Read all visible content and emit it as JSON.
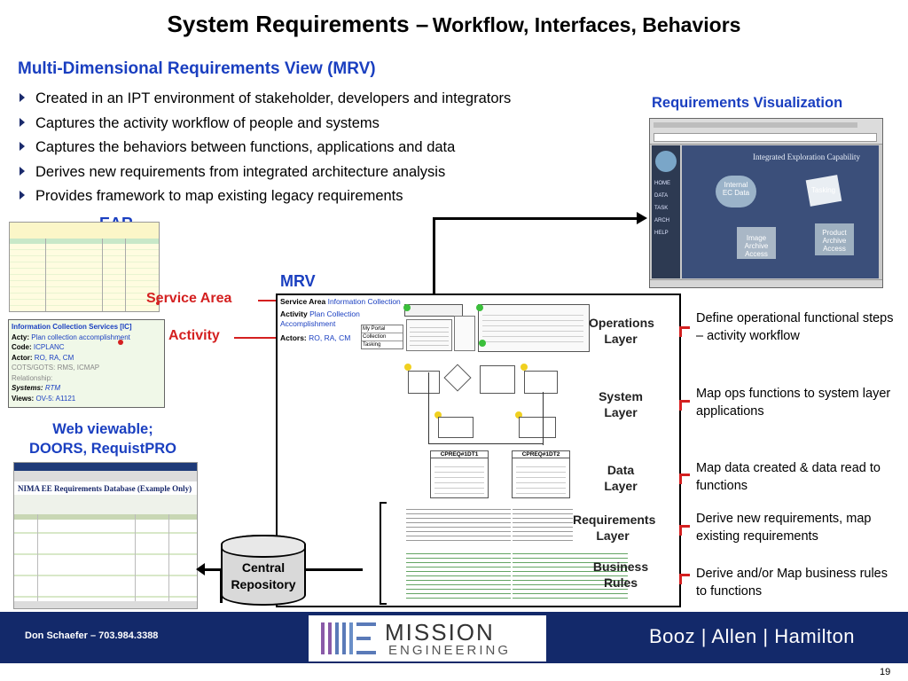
{
  "title": {
    "main": "System Requirements –",
    "sub": "Workflow, Interfaces, Behaviors"
  },
  "mrv_heading": "Multi-Dimensional Requirements View (MRV)",
  "bullets": [
    "Created in an IPT environment of stakeholder, developers and integrators",
    "Captures the activity workflow of people and systems",
    "Captures the behaviors between functions, applications and data",
    "Derives new requirements from integrated architecture analysis",
    "Provides framework to map existing legacy requirements"
  ],
  "requirements_visualization": {
    "label": "Requirements Visualization",
    "screen_title": "Integrated Exploration Capability",
    "items": [
      "Internal EC Data",
      "Tasking",
      "Image Archive Access",
      "Product Archive Access"
    ]
  },
  "ear": {
    "label": "EAR",
    "card": {
      "line1": "Information Collection Services [IC]",
      "acty_label": "Acty:",
      "acty_value": "Plan collection accomplishment",
      "code_label": "Code:",
      "code_value": "ICPLANC",
      "actor_label": "Actor:",
      "actor_value": "RO, RA, CM",
      "cots_label": "COTS/GOTS:",
      "cots_value": "RMS, ICMAP",
      "relationship": "Relationship:",
      "systems_label": "Systems:",
      "systems_value": "RTM",
      "views_label": "Views:",
      "views_value": "OV-5: A1121"
    }
  },
  "callouts": {
    "service_area": "Service Area",
    "activity": "Activity"
  },
  "web_viewable": {
    "line1": "Web viewable;",
    "line2": "DOORS, RequistPRO"
  },
  "doors": {
    "db_title": "NIMA EE Requirements Database (Example Only)"
  },
  "mrv": {
    "label": "MRV",
    "service_area_label": "Service Area",
    "service_area_value": "Information Collection",
    "activity_label": "Activity",
    "activity_value": "Plan Collection Accomplishment",
    "actors_label": "Actors:",
    "actors_value": "RO, RA, CM",
    "legend": [
      "My Portal",
      "Collection",
      "Tasking"
    ],
    "data_boxes": [
      "CPREQ#1DT1",
      "CPREQ#1DT2"
    ]
  },
  "layers": [
    {
      "name_line1": "Operations",
      "name_line2": "Layer",
      "desc": "Define operational functional steps – activity workflow"
    },
    {
      "name_line1": "System",
      "name_line2": "Layer",
      "desc": "Map ops functions to system layer applications"
    },
    {
      "name_line1": "Data",
      "name_line2": "Layer",
      "desc": "Map data created & data read to functions"
    },
    {
      "name_line1": "Requirements",
      "name_line2": "Layer",
      "desc": "Derive new requirements, map existing requirements"
    },
    {
      "name_line1": "Business",
      "name_line2": "Rules",
      "desc": "Derive and/or Map business rules to functions"
    }
  ],
  "central_repository": {
    "line1": "Central",
    "line2": "Repository"
  },
  "footer": {
    "presenter": "Don Schaefer – 703.984.3388",
    "logo_top": "MISSION",
    "logo_bottom": "ENGINEERING",
    "booz": "Booz | Allen | Hamilton",
    "page": "19"
  },
  "colors": {
    "accent_blue": "#1a3fc0",
    "callout_red": "#d42020",
    "footer_navy": "#13296a"
  }
}
